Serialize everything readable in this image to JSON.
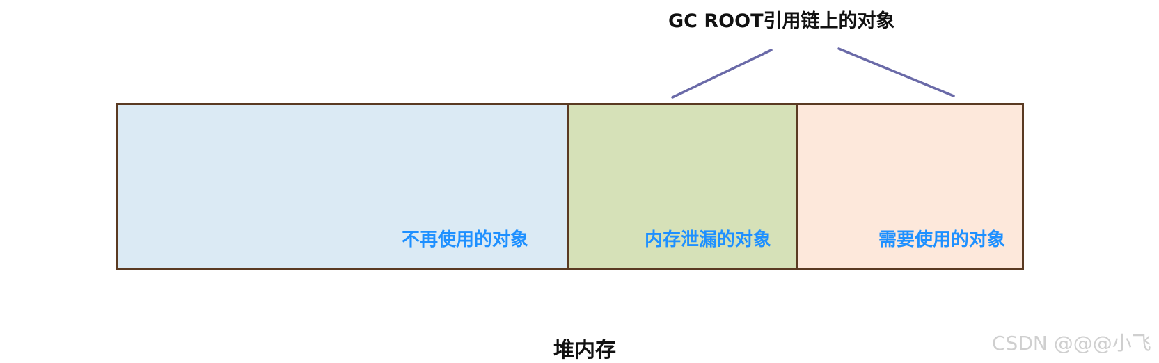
{
  "diagram": {
    "gc_root_label": "GC ROOT引用链上的对象",
    "heap_label": "堆内存",
    "segments": [
      {
        "id": "unused",
        "label": "不再使用的对象",
        "fill": "#dbeaf4"
      },
      {
        "id": "leak",
        "label": "内存泄漏的对象",
        "fill": "#d6e1b8"
      },
      {
        "id": "needed",
        "label": "需要使用的对象",
        "fill": "#fde8db"
      }
    ],
    "label_color": "#1e90ff",
    "border_color": "#5a3a22",
    "connector_color": "#6a6aa8"
  },
  "watermark": "CSDN @@@小飞"
}
